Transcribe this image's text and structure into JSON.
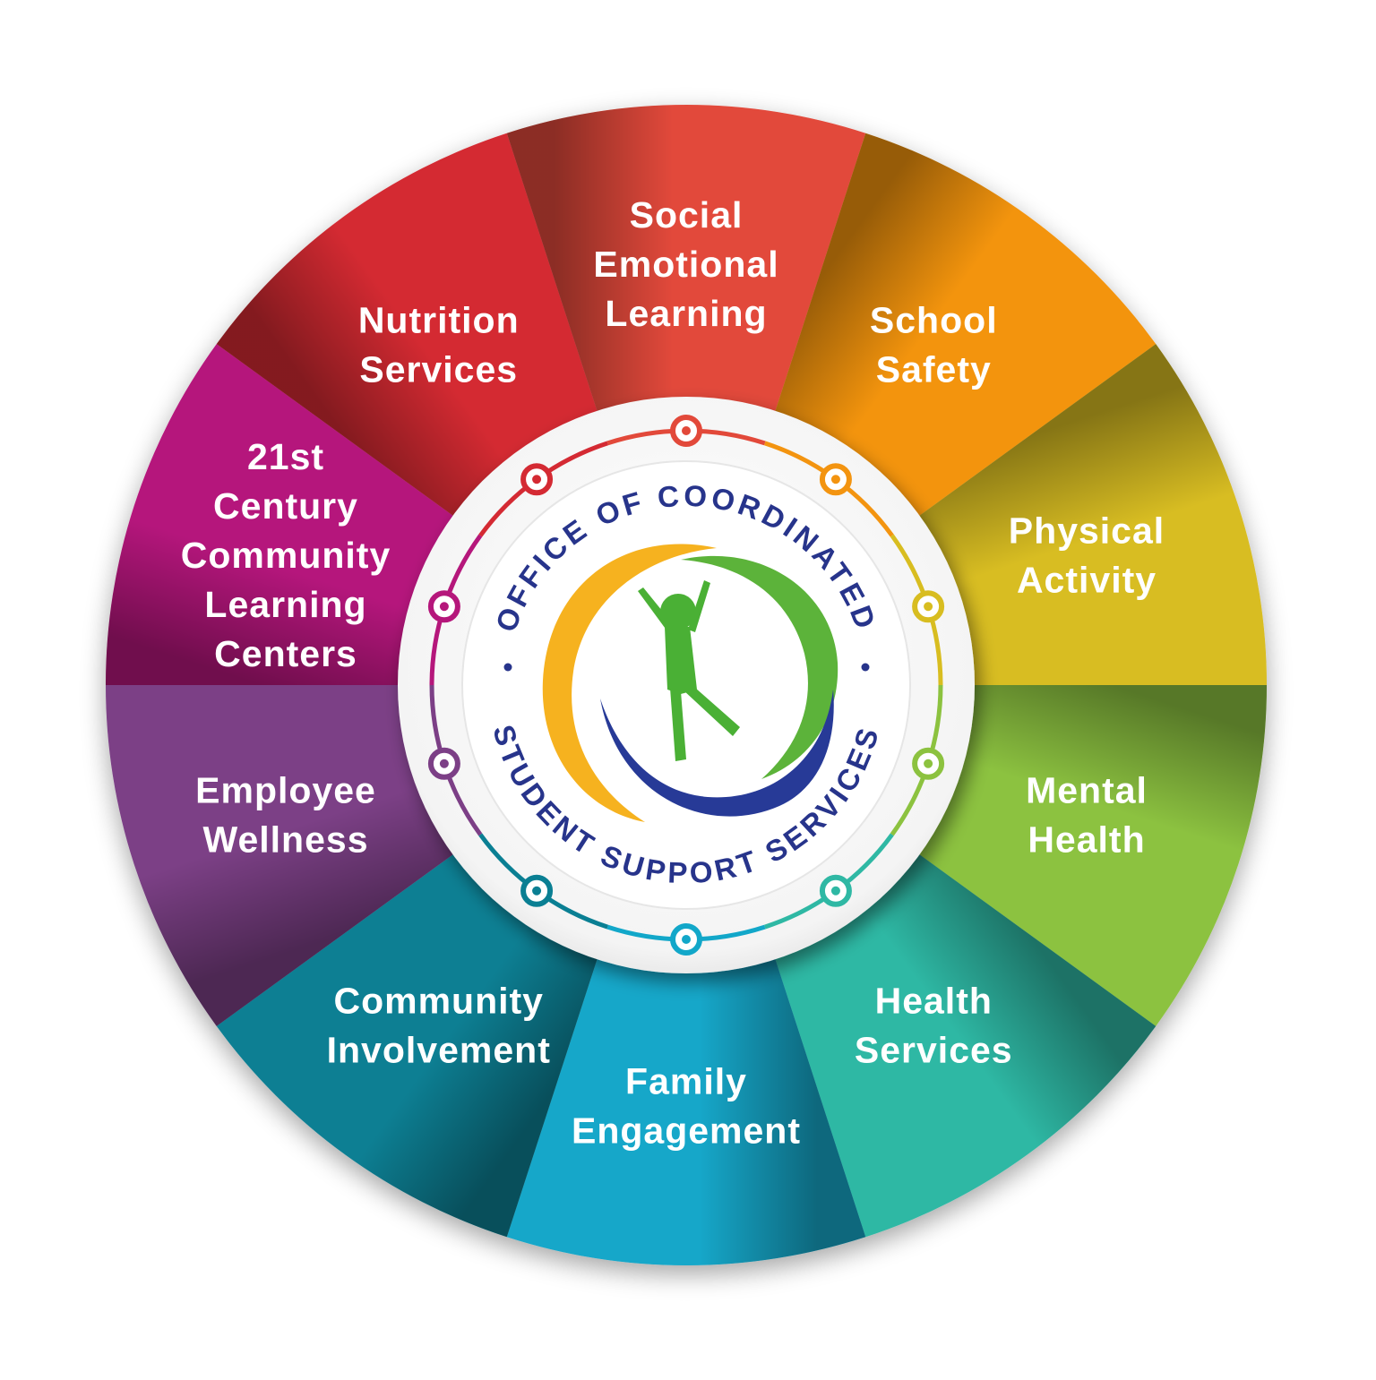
{
  "wheel": {
    "segments": [
      {
        "key": "social-emotional-learning",
        "lines": [
          "Social",
          "Emotional",
          "Learning"
        ],
        "color": "#e2493a"
      },
      {
        "key": "school-safety",
        "lines": [
          "School",
          "Safety"
        ],
        "color": "#f39410"
      },
      {
        "key": "physical-activity",
        "lines": [
          "Physical",
          "Activity"
        ],
        "color": "#d8bd20"
      },
      {
        "key": "mental-health",
        "lines": [
          "Mental",
          "Health"
        ],
        "color": "#8cc23f"
      },
      {
        "key": "health-services",
        "lines": [
          "Health",
          "Services"
        ],
        "color": "#2fb8a4"
      },
      {
        "key": "family-engagement",
        "lines": [
          "Family",
          "Engagement"
        ],
        "color": "#12a7c9"
      },
      {
        "key": "community-involvement",
        "lines": [
          "Community",
          "Involvement"
        ],
        "color": "#0a7f93"
      },
      {
        "key": "employee-wellness",
        "lines": [
          "Employee",
          "Wellness"
        ],
        "color": "#7c3f86"
      },
      {
        "key": "21st-century-community-learning-centers",
        "lines": [
          "21st",
          "Century",
          "Community",
          "Learning",
          "Centers"
        ],
        "color": "#b5177b"
      },
      {
        "key": "nutrition-services",
        "lines": [
          "Nutrition",
          "Services"
        ],
        "color": "#d42a33"
      }
    ]
  },
  "logo": {
    "top_text": "OFFICE OF COORDINATED",
    "bottom_text": "STUDENT SUPPORT SERVICES",
    "text_color": "#27348b",
    "swoosh_colors": [
      "#f6c92a",
      "#f59a1c",
      "#8cc63f",
      "#1f9d55",
      "#2b3a9a"
    ],
    "figure_color": "#4ab035"
  }
}
